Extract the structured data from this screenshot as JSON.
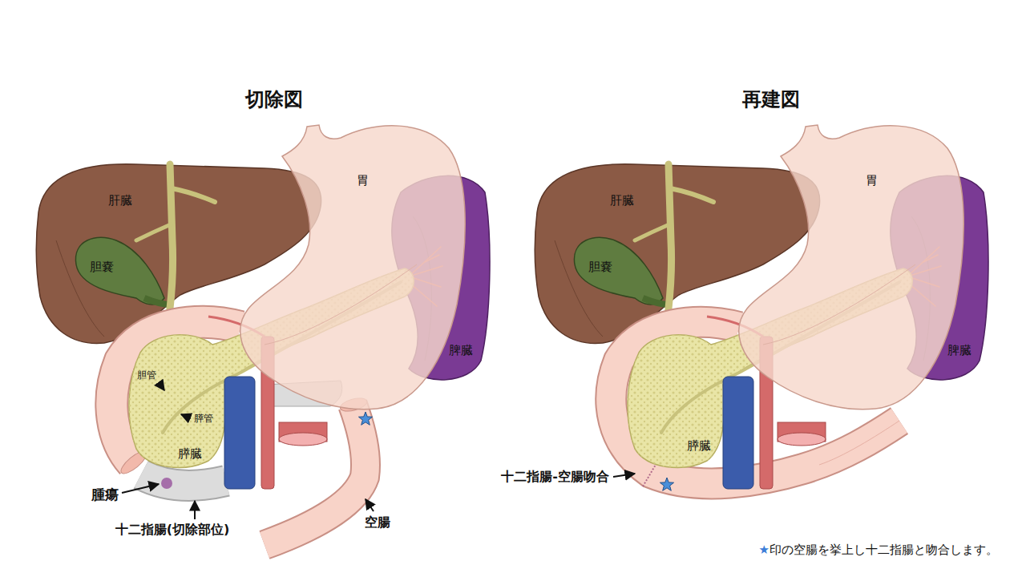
{
  "diagram": {
    "caption": "★印の空腸を挙上し十二指腸と吻合します。",
    "labels": [
      "切除図",
      "胃",
      "肝臓",
      "胆嚢",
      "脾臓",
      "胆管",
      "膵管",
      "膵臓",
      "腫瘍",
      "十二指腸(切除部位)",
      "空腸",
      "再建図",
      "胃",
      "肝臓",
      "胆嚢",
      "脾臓",
      "膵臓",
      "十二指腸-空腸吻合"
    ]
  }
}
